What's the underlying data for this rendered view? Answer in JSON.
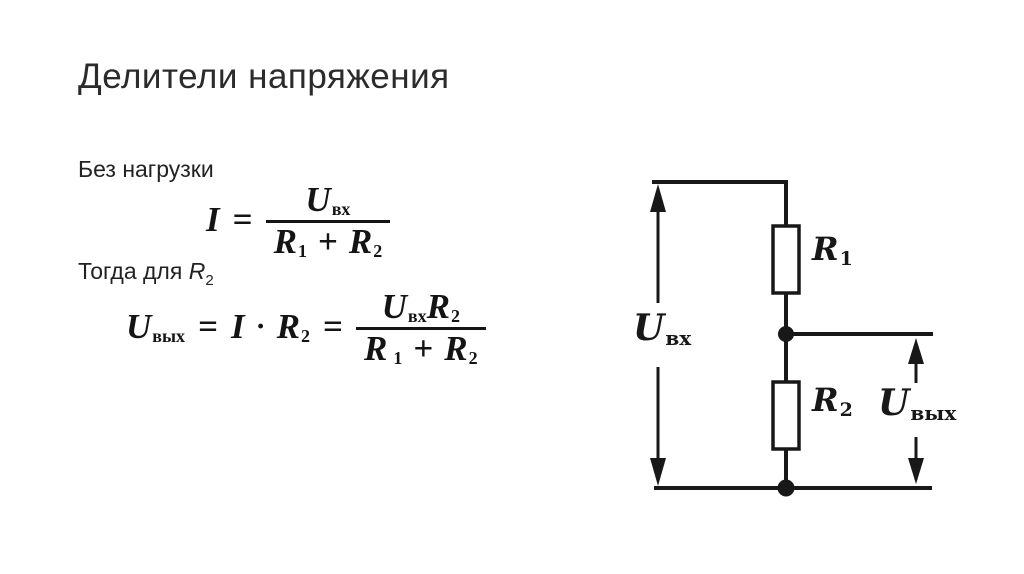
{
  "slide": {
    "title": "Делители напряжения",
    "background_color": "#ffffff",
    "title_color": "#2b2b2b",
    "ink_color": "#181818"
  },
  "body": {
    "no_load_label": "Без нагрузки",
    "then_for_label": "Тогда для ",
    "then_for_var": "R",
    "then_for_sub": "2"
  },
  "formula_current": {
    "lhs": "I",
    "equals": "=",
    "numerator": {
      "base": "U",
      "sub": "вх"
    },
    "denominator": {
      "term1_base": "R",
      "term1_sub": "1",
      "operator": "+",
      "term2_base": "R",
      "term2_sub": "2"
    }
  },
  "formula_output": {
    "lhs": {
      "base": "U",
      "sub": "вых"
    },
    "equals1": "=",
    "current_var": "I",
    "multiply_dot": "·",
    "resistor": {
      "base": "R",
      "sub": "2"
    },
    "equals2": "=",
    "numerator": {
      "term1_base": "U",
      "term1_sub": "вх",
      "term2_base": "R",
      "term2_sub": "2"
    },
    "denominator": {
      "term1_base": "R",
      "term1_sub": "1",
      "operator": "+",
      "term2_base": "R",
      "term2_sub": "2"
    }
  },
  "circuit": {
    "u_in": {
      "base": "U",
      "sub": "вх"
    },
    "u_out": {
      "base": "U",
      "sub": "вых"
    },
    "r1": {
      "base": "R",
      "sub": "1"
    },
    "r2": {
      "base": "R",
      "sub": "2"
    }
  }
}
